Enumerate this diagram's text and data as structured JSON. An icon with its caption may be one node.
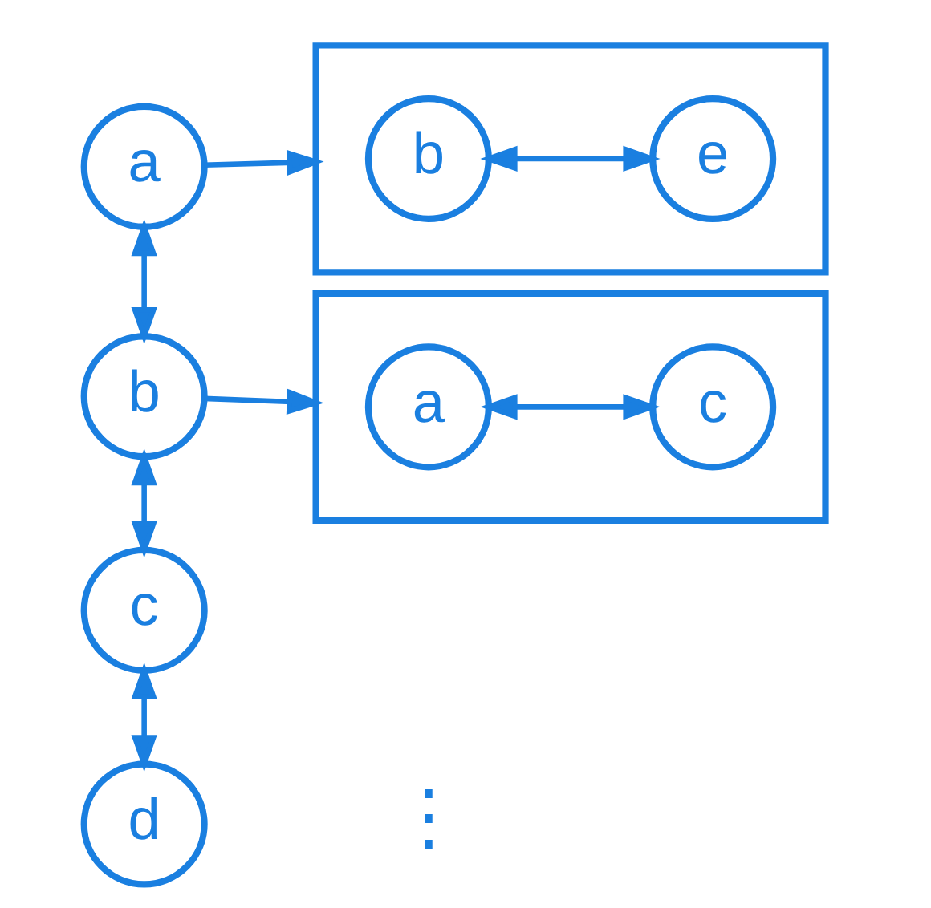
{
  "diagram": {
    "nodes": [
      {
        "text": [
          "a"
        ]
      },
      {
        "text": [],
        "shape": "box"
      },
      {
        "text": [
          "b"
        ],
        "in": 1
      },
      {
        "text": [
          "e"
        ],
        "in": 1
      },
      {
        "text": [
          "b"
        ]
      },
      {
        "text": [],
        "shape": "box"
      },
      {
        "text": [
          "a"
        ],
        "in": 5
      },
      {
        "text": [
          "c"
        ],
        "in": 5
      },
      {
        "text": [
          "c"
        ]
      },
      {
        "text": [
          "d"
        ]
      }
    ],
    "edges": [
      {
        "from": 0,
        "to": 1,
        "arrow": "to"
      },
      {
        "from": 2,
        "to": 3,
        "arrow": "both"
      },
      {
        "from": 0,
        "to": 4,
        "arrow": "both"
      },
      {
        "from": 4,
        "to": 5,
        "arrow": "to"
      },
      {
        "from": 6,
        "to": 7,
        "arrow": "both"
      },
      {
        "from": 4,
        "to": 8,
        "arrow": "both"
      },
      {
        "from": 8,
        "to": 9,
        "arrow": "both"
      }
    ],
    "labels": [
      "⋮"
    ]
  }
}
